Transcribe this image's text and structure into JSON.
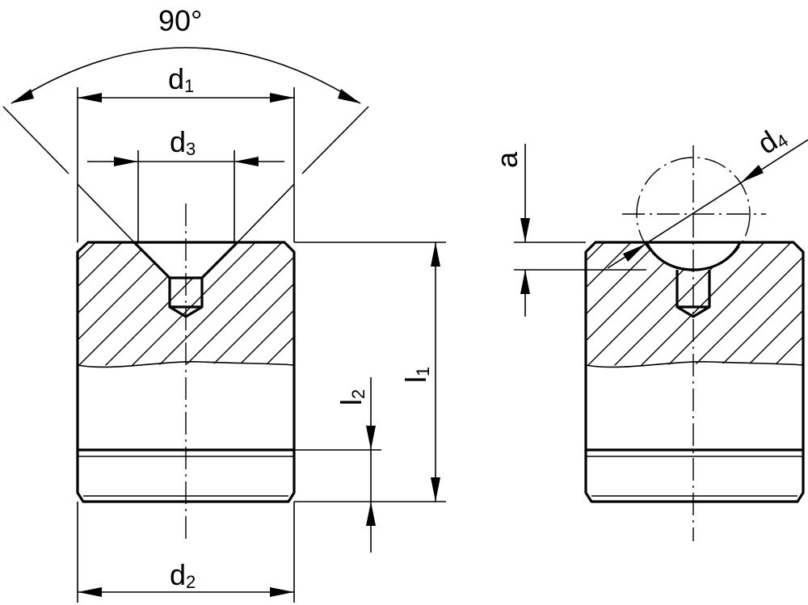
{
  "angle_label": "90°",
  "dims": {
    "d1": {
      "base": "d",
      "sub": "1"
    },
    "d2": {
      "base": "d",
      "sub": "2"
    },
    "d3": {
      "base": "d",
      "sub": "3"
    },
    "d4": {
      "base": "d",
      "sub": "4"
    },
    "l1": {
      "base": "l",
      "sub": "1"
    },
    "l2": {
      "base": "l",
      "sub": "2"
    },
    "a": "a"
  }
}
